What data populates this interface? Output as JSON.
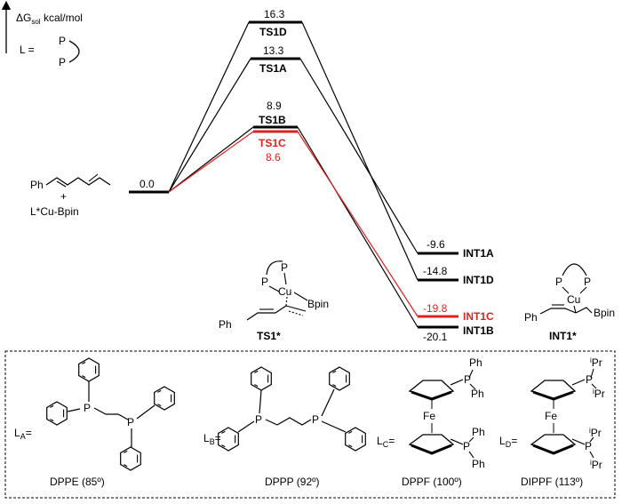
{
  "header": {
    "axis_label": "ΔG",
    "axis_label_sub": "sol",
    "axis_unit": "kcal/mol",
    "ligand_prefix": "L =",
    "ligand_p_top": "P",
    "ligand_p_bottom": "P"
  },
  "reactants": {
    "substrate_ph": "Ph",
    "plus": "+",
    "reagent": "L*Cu-Bpin",
    "energy": "0.0"
  },
  "levels": {
    "ts1d": {
      "label": "TS1D",
      "energy": "16.3"
    },
    "ts1a": {
      "label": "TS1A",
      "energy": "13.3"
    },
    "ts1b": {
      "label": "TS1B",
      "energy": "8.9"
    },
    "ts1c": {
      "label": "TS1C",
      "energy": "8.6"
    },
    "int1a": {
      "label": "INT1A",
      "energy": "-9.6"
    },
    "int1d": {
      "label": "INT1D",
      "energy": "-14.8"
    },
    "int1c": {
      "label": "INT1C",
      "energy": "-19.8"
    },
    "int1b": {
      "label": "INT1B",
      "energy": "-20.1"
    }
  },
  "ts_structure": {
    "p1": "P",
    "p2": "P",
    "cu": "Cu",
    "bpin": "Bpin",
    "ph": "Ph",
    "caption": "TS1*"
  },
  "int_structure": {
    "p1": "P",
    "p2": "P",
    "cu": "Cu",
    "bpin": "Bpin",
    "ph": "Ph",
    "caption": "INT1*"
  },
  "ligands": [
    {
      "prefix": "L",
      "sub": "A",
      "eq": "=",
      "caption": "DPPE (85º)"
    },
    {
      "prefix": "L",
      "sub": "B",
      "eq": "=",
      "caption": "DPPP (92º)"
    },
    {
      "prefix": "L",
      "sub": "C",
      "eq": "=",
      "caption": "DPPF (100º)"
    },
    {
      "prefix": "L",
      "sub": "D",
      "eq": "=",
      "caption": "DIPPF (113º)"
    }
  ],
  "ligand_atoms": {
    "p": "P",
    "fe": "Fe",
    "ph": "Ph",
    "ipr_sup": "i",
    "ipr": "Pr"
  },
  "colors": {
    "black": "#000000",
    "highlight": "#e0201f"
  }
}
